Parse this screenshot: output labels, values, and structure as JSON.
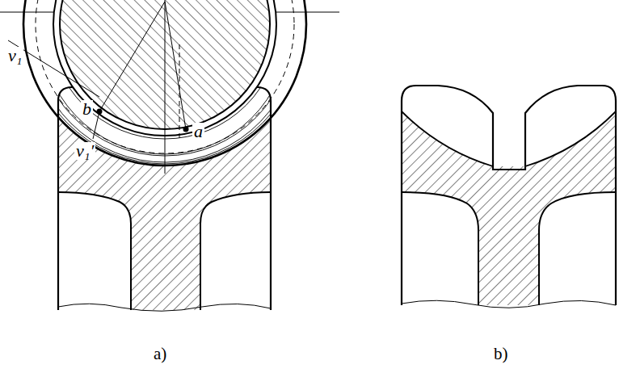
{
  "diagram": {
    "labels": [
      "v₁",
      "b",
      "v₁′",
      "a",
      "a)",
      "b)"
    ]
  }
}
